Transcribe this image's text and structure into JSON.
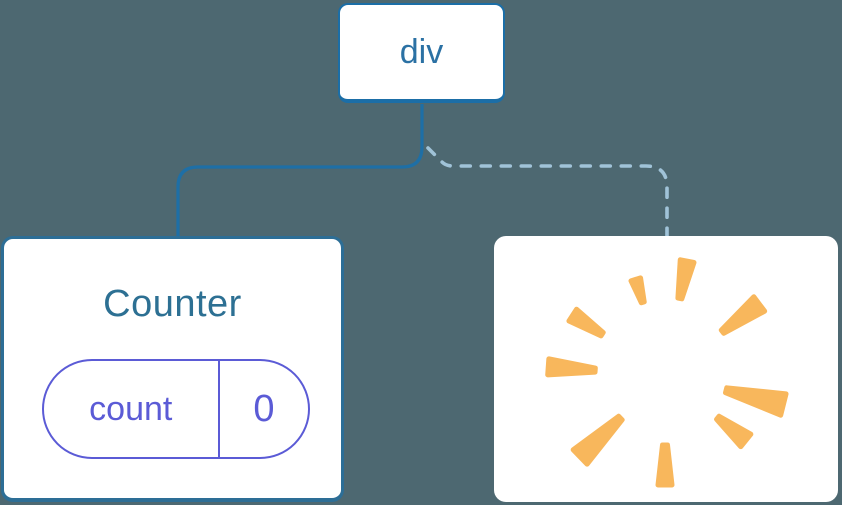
{
  "diagram": {
    "description": "component-tree-diagram",
    "root": {
      "label": "div"
    },
    "children": [
      {
        "type": "component",
        "title": "Counter",
        "connector": "solid",
        "state": {
          "key": "count",
          "value": "0"
        }
      },
      {
        "type": "removed-component",
        "connector": "dashed",
        "icon": "poof-icon"
      }
    ]
  },
  "colors": {
    "background": "#4D6871",
    "solid-line": "#1E6FA6",
    "dashed-line": "#A0C3D8",
    "root-border": "#1B6EA7",
    "root-label-color": "#2B71A4",
    "counter-border": "#2D6E96",
    "counter-title-color": "#2D7093",
    "state-purple": "#5B5BD6",
    "poof-orange": "#F8B75C"
  }
}
